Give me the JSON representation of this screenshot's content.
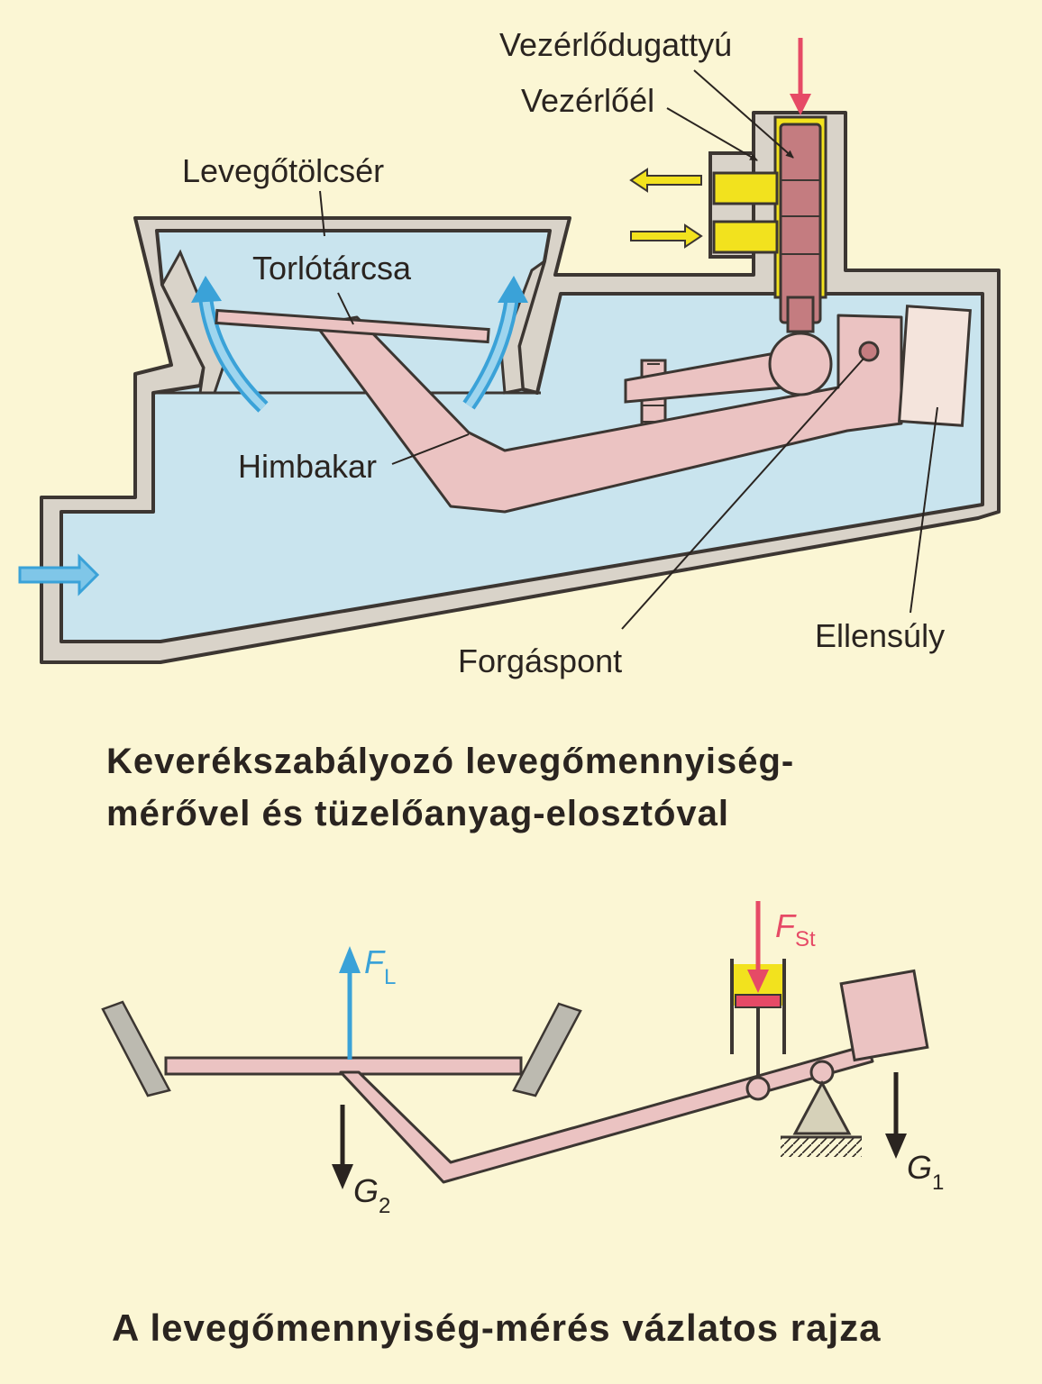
{
  "diagram1": {
    "labels": {
      "control_piston": "Vezérlődugattyú",
      "control_edge": "Vezérlőél",
      "air_funnel": "Levegőtölcsér",
      "baffle_plate": "Torlótárcsa",
      "rocker_arm": "Himbakar",
      "pivot": "Forgáspont",
      "counterweight": "Ellensúly"
    },
    "caption_line1": "Keverékszabályozó levegőmennyiség-",
    "caption_line2": "mérővel és tüzelőanyag-elosztóval"
  },
  "diagram2": {
    "symbols": {
      "fl_main": "F",
      "fl_sub": "L",
      "fst_main": "F",
      "fst_sub": "St",
      "g2_main": "G",
      "g2_sub": "2",
      "g1_main": "G",
      "g1_sub": "1"
    },
    "caption": "A levegőmennyiség-mérés vázlatos rajza"
  },
  "colors": {
    "background": "#fbf6d4",
    "housing_wall": "#d8d2c8",
    "air": "#c9e4ee",
    "lever_pink": "#ebc3c2",
    "piston_dark": "#c47c80",
    "fuel_yellow": "#f2e21e",
    "arrow_blue": "#3aa2d8",
    "arrow_red": "#e64a66",
    "arrow_yellow": "#e6c51a"
  }
}
